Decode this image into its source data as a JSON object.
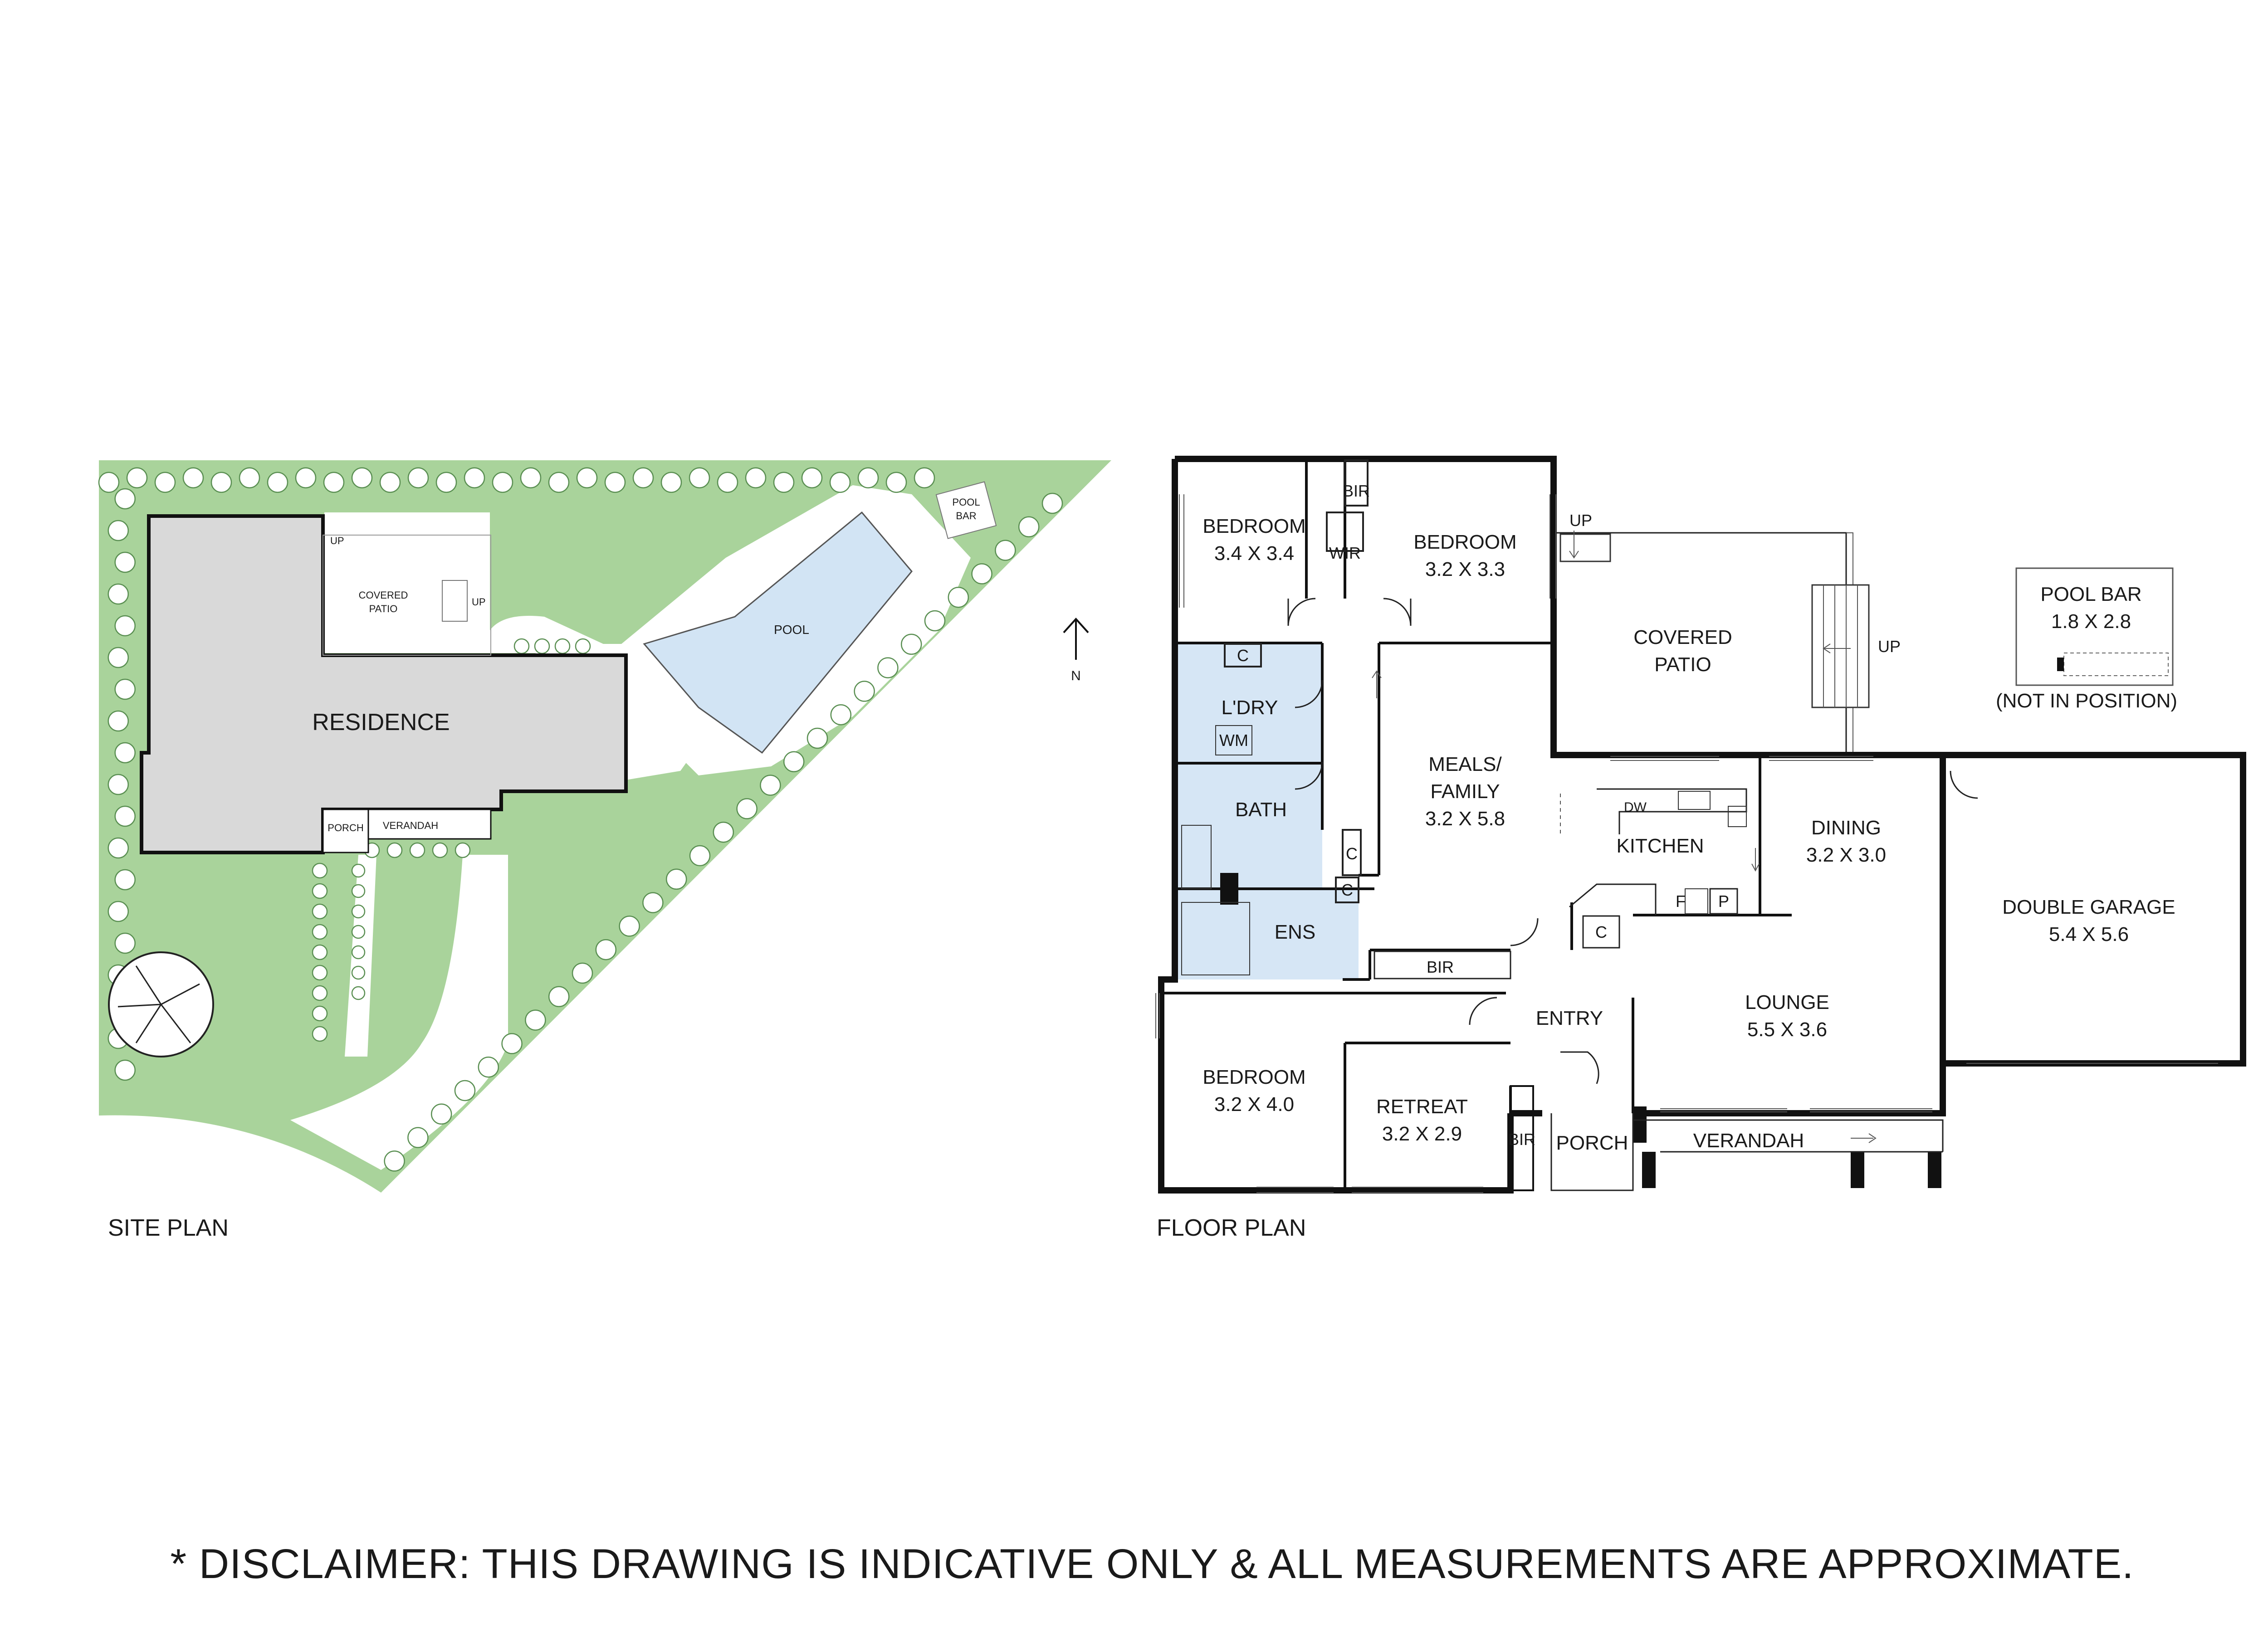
{
  "site_plan": {
    "caption": "SITE PLAN",
    "residence_label": "RESIDENCE",
    "pool_label": "POOL",
    "pool_bar_label": [
      "POOL",
      "BAR"
    ],
    "covered_patio_label": [
      "COVERED",
      "PATIO"
    ],
    "up_label_1": "UP",
    "up_label_2": "UP",
    "porch_label": "PORCH",
    "verandah_label": "VERANDAH",
    "colors": {
      "lawn": "#a9d39b",
      "residence": "#d9d9d9",
      "pool": "#d2e4f4"
    }
  },
  "north": {
    "label": "N"
  },
  "floor_plan": {
    "caption": "FLOOR PLAN",
    "rooms": {
      "bedroom1": [
        "BEDROOM",
        "3.4 X 3.4"
      ],
      "bedroom2": [
        "BEDROOM",
        "3.2 X 3.3"
      ],
      "bedroom3": [
        "BEDROOM",
        "3.2 X 4.0"
      ],
      "bir1": "BIR",
      "bir2": "BIR",
      "bir3": "BIR",
      "wir": "WIR",
      "laundry": "L'DRY",
      "wm": "WM",
      "bath": "BATH",
      "ens": "ENS",
      "c1": "C",
      "c2": "C",
      "c3": "C",
      "c4": "C",
      "meals": [
        "MEALS/",
        "FAMILY",
        "3.2 X 5.8"
      ],
      "kitchen": "KITCHEN",
      "dw": "DW",
      "f": "F",
      "p": "P",
      "dining": [
        "DINING",
        "3.2 X 3.0"
      ],
      "lounge": [
        "LOUNGE",
        "5.5 X 3.6"
      ],
      "entry": "ENTRY",
      "retreat": [
        "RETREAT",
        "3.2 X 2.9"
      ],
      "porch": "PORCH",
      "verandah": "VERANDAH",
      "covered_patio": [
        "COVERED",
        "PATIO"
      ],
      "up1": "UP",
      "up2": "UP",
      "double_garage": [
        "DOUBLE GARAGE",
        "5.4 X 5.6"
      ],
      "pool_bar": [
        "POOL BAR",
        "1.8 X 2.8"
      ],
      "not_in_position": "(NOT IN POSITION)"
    },
    "colors": {
      "wet_areas": "#d6e6f5",
      "walls": "#111111"
    }
  },
  "disclaimer": "* DISCLAIMER: THIS DRAWING IS INDICATIVE ONLY & ALL MEASUREMENTS ARE APPROXIMATE."
}
